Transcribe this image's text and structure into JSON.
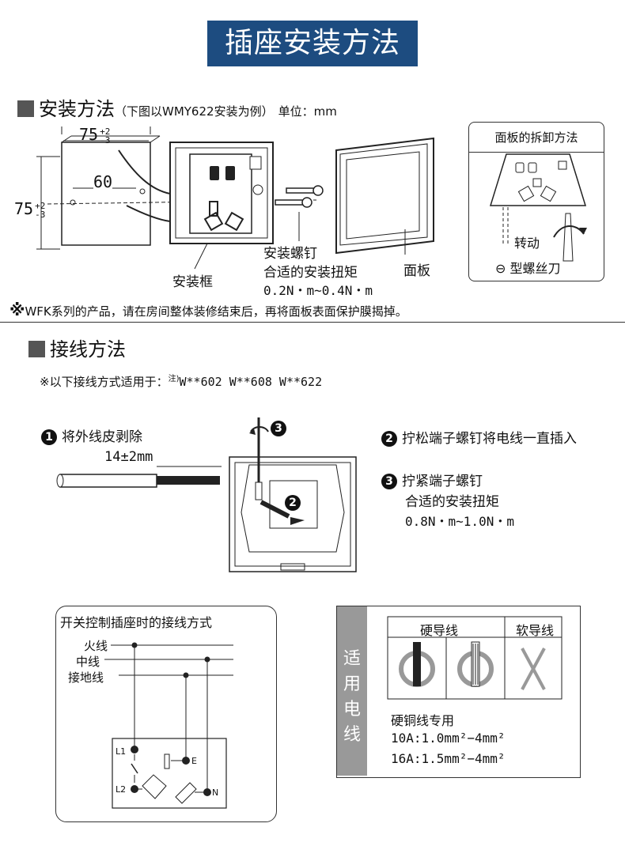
{
  "title": "插座安装方法",
  "install": {
    "heading": "安装方法",
    "note": "（下图以WMY622安装为例）",
    "unit": "单位：mm",
    "dim_width": "75",
    "dim_height": "75",
    "tol_plus": "+2",
    "tol_minus": "-3",
    "dim_inner": "60",
    "screw_label": "安装螺钉",
    "torque_label": "合适的安装扭矩",
    "torque_value": "0.2N・m~0.4N・m",
    "panel_label": "面板",
    "frame_label": "安装框"
  },
  "removal": {
    "title": "面板的拆卸方法",
    "rotate_label": "转动",
    "screwdriver_label": "型螺丝刀",
    "minus_symbol": "⊖"
  },
  "warning": {
    "mark": "※",
    "text": "WFK系列的产品，请在房间整体装修结束后，再将面板表面保护膜揭掉。"
  },
  "wiring": {
    "heading": "接线方法",
    "note_prefix": "※以下接线方式适用于：",
    "note_sup": "注)",
    "note_models": "W**602  W**608  W**622",
    "step1_num": "1",
    "step1_text": "将外线皮剥除",
    "strip_length": "14±2mm",
    "step2_num": "2",
    "step2_text": "拧松端子螺钉将电线一直插入",
    "step3_num": "3",
    "step3_text": "拧紧端子螺钉",
    "step3_torque_label": "合适的安装扭矩",
    "step3_torque_value": "0.8N・m~1.0N・m"
  },
  "switch_diagram": {
    "title": "开关控制插座时的接线方式",
    "live": "火线",
    "neutral": "中线",
    "ground": "接地线",
    "l1": "L1",
    "l2": "L2",
    "e": "E",
    "n": "N"
  },
  "cable": {
    "side_label": [
      "适",
      "用",
      "电",
      "线"
    ],
    "hard_wire": "硬导线",
    "soft_wire": "软导线",
    "copper_only": "硬铜线专用",
    "spec_10a": "10A:1.0mm²−4mm²",
    "spec_16a": "16A:1.5mm²−4mm²"
  },
  "colors": {
    "title_bg": "#1d4c80",
    "cable_strip": "#999999"
  }
}
